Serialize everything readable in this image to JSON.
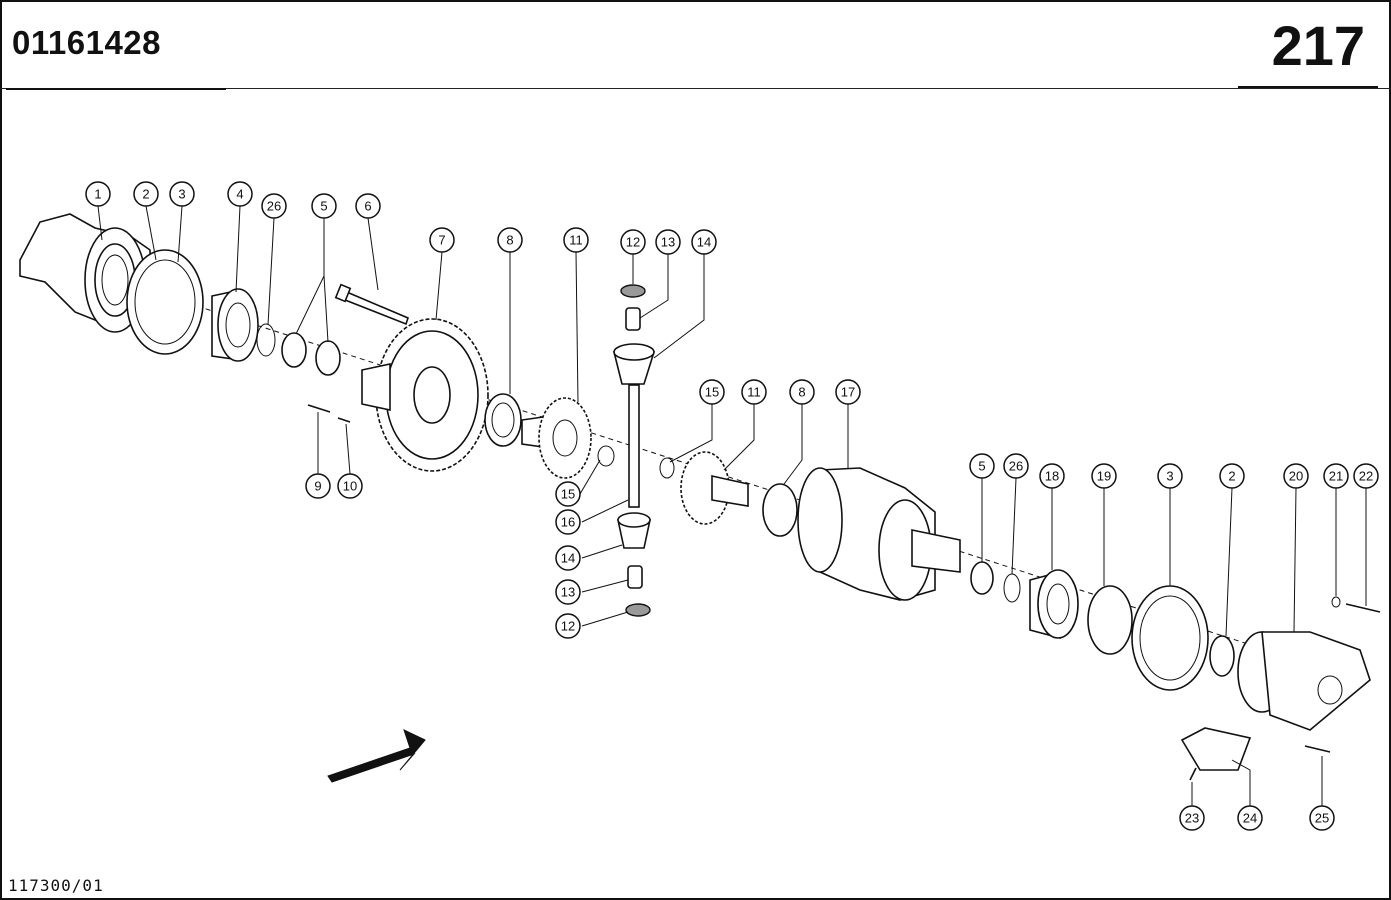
{
  "header": {
    "part_number": "01161428",
    "page_number": "217"
  },
  "footer": {
    "drawing_reference": "117300/01"
  },
  "callouts": [
    {
      "id": "c1",
      "label": "1"
    },
    {
      "id": "c2",
      "label": "2"
    },
    {
      "id": "c3",
      "label": "3"
    },
    {
      "id": "c4",
      "label": "4"
    },
    {
      "id": "c26a",
      "label": "26"
    },
    {
      "id": "c5a",
      "label": "5"
    },
    {
      "id": "c6",
      "label": "6"
    },
    {
      "id": "c7",
      "label": "7"
    },
    {
      "id": "c8a",
      "label": "8"
    },
    {
      "id": "c11a",
      "label": "11"
    },
    {
      "id": "c12a",
      "label": "12"
    },
    {
      "id": "c13a",
      "label": "13"
    },
    {
      "id": "c14a",
      "label": "14"
    },
    {
      "id": "c9",
      "label": "9"
    },
    {
      "id": "c10",
      "label": "10"
    },
    {
      "id": "c15a",
      "label": "15"
    },
    {
      "id": "c16",
      "label": "16"
    },
    {
      "id": "c14b",
      "label": "14"
    },
    {
      "id": "c13b",
      "label": "13"
    },
    {
      "id": "c12b",
      "label": "12"
    },
    {
      "id": "c15b",
      "label": "15"
    },
    {
      "id": "c11b",
      "label": "11"
    },
    {
      "id": "c8b",
      "label": "8"
    },
    {
      "id": "c17",
      "label": "17"
    },
    {
      "id": "c5b",
      "label": "5"
    },
    {
      "id": "c26b",
      "label": "26"
    },
    {
      "id": "c18",
      "label": "18"
    },
    {
      "id": "c19",
      "label": "19"
    },
    {
      "id": "c3b",
      "label": "3"
    },
    {
      "id": "c2b",
      "label": "2"
    },
    {
      "id": "c20",
      "label": "20"
    },
    {
      "id": "c21",
      "label": "21"
    },
    {
      "id": "c22",
      "label": "22"
    },
    {
      "id": "c23",
      "label": "23"
    },
    {
      "id": "c24",
      "label": "24"
    },
    {
      "id": "c25",
      "label": "25"
    }
  ]
}
